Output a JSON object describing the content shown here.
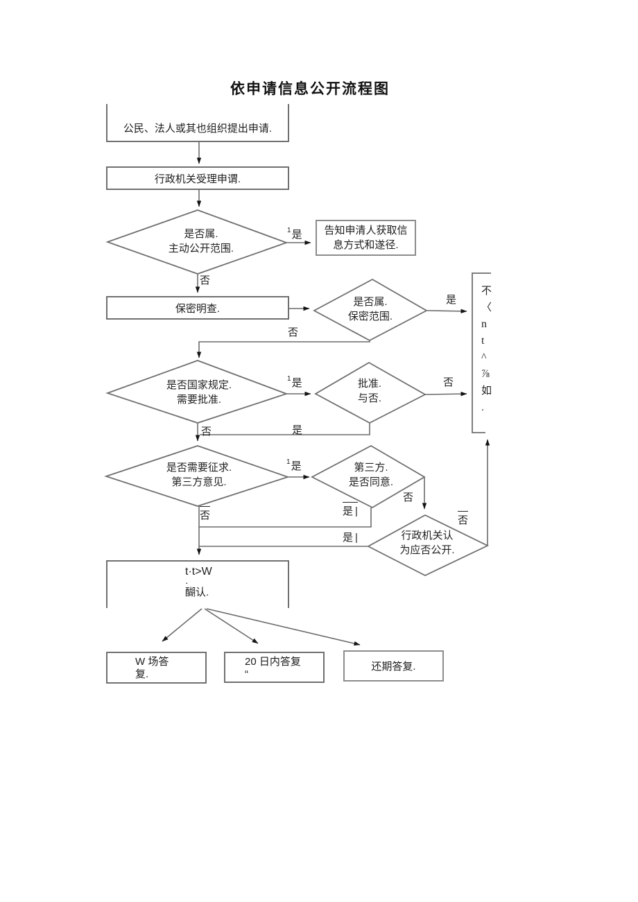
{
  "title": "依申请信息公开流程图",
  "nodes": {
    "apply": "公民、法人或其也组织提出申请.",
    "accept": "行政机关受理申谓.",
    "d_active": {
      "l1": "是否属.",
      "l2": "主动公开范围."
    },
    "inform": {
      "l1": "告知申清人获取信",
      "l2": "息方式和遂径."
    },
    "review": "保密明查.",
    "d_secret": {
      "l1": "是否属.",
      "l2": "保密范围."
    },
    "tall_box_chars": [
      "不",
      "〈",
      "n",
      "t",
      "^",
      "⅞",
      "如",
      "."
    ],
    "d_approval_needed": {
      "l1": "是否国家规定.",
      "l2": "需要批准."
    },
    "d_approved": {
      "l1": "批准.",
      "l2": "与否."
    },
    "d_third_party": {
      "l1": "是否需要征求.",
      "l2": "第三方意见."
    },
    "d_third_agree": {
      "l1": "第三方.",
      "l2": "是否同意."
    },
    "d_admin": {
      "l1": "行政机关认",
      "l2": "为应否公开."
    },
    "confirm": {
      "l1": "t·t>W",
      "l2": "·",
      "l3": "醐认."
    },
    "reply_onsite": {
      "l1": "W 场答",
      "l2": "复."
    },
    "reply_20days": {
      "l1": "20 日内答复",
      "l2": "“"
    },
    "reply_delay": "还期答复."
  },
  "labels": {
    "c_yes": {
      "sup": "1",
      "text": "是"
    },
    "c_no": "否",
    "f_yes": "是",
    "f_no": "否",
    "h_yes": {
      "sup": "1",
      "text": "是"
    },
    "h_no": "否",
    "i_no": "否",
    "i_yes": "是",
    "j_yes": {
      "sup": "1",
      "text": "是"
    },
    "j_no": "否",
    "k_no": "否",
    "k_yes": {
      "text": "是",
      "bar": "|"
    },
    "l_yes": {
      "text": "是",
      "bar": "|"
    },
    "l_no": "否"
  }
}
